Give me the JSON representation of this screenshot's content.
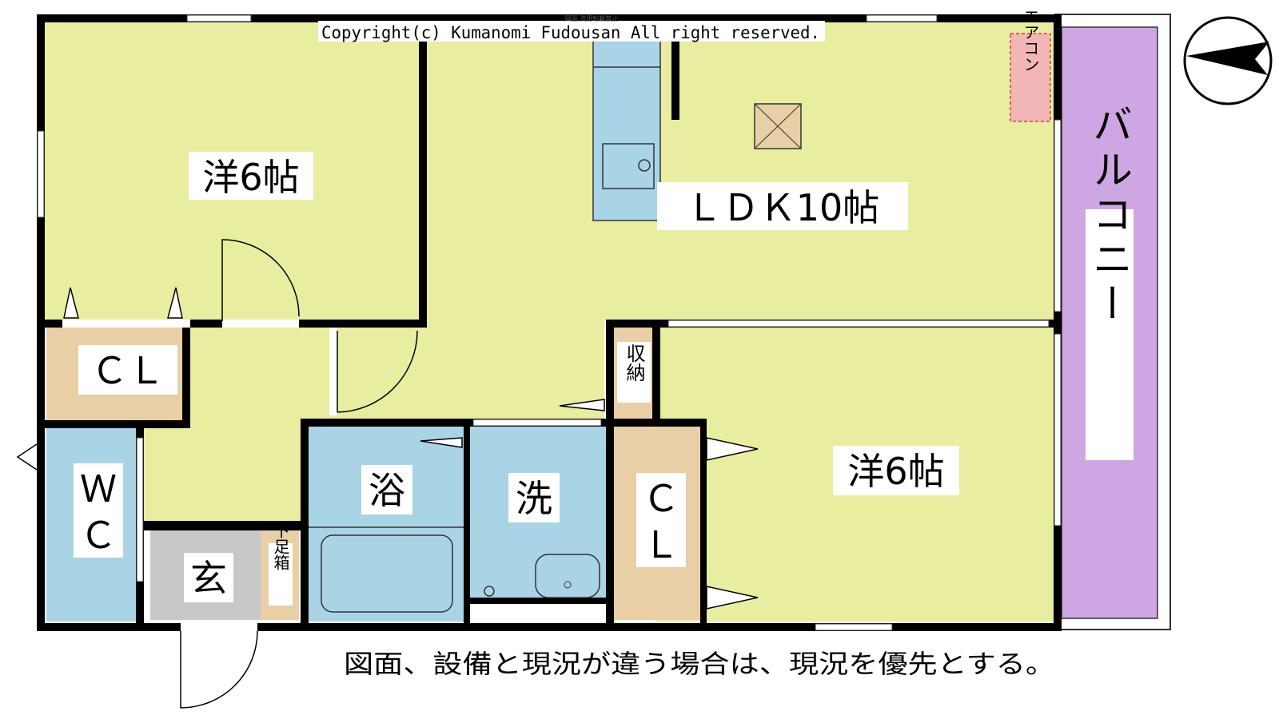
{
  "copyright": "Copyright(c) Kumanomi Fudousan All right reserved.",
  "watermark": "図面 流用転載禁止",
  "rooms": {
    "western_room_north": "洋6帖",
    "ldk": "ＬＤＫ10帖",
    "closet_west": "ＣＬ",
    "storage": "収納",
    "western_room_south": "洋6帖",
    "wc_line1": "Ｗ",
    "wc_line2": "Ｃ",
    "bath": "浴",
    "washroom": "洗",
    "closet_south_line1": "Ｃ",
    "closet_south_line2": "Ｌ",
    "entrance": "玄",
    "shoe_box": "下足箱",
    "balcony": "バルコニー",
    "aircon": "エアコン"
  },
  "notice": "図面、設備と現況が違う場合は、現況を優先とする。",
  "colors": {
    "living_floor": "#e8eda0",
    "wet_area": "#a9d4e6",
    "closet": "#e8cfa6",
    "entrance": "#c8c8c8",
    "balcony": "#cfa6e4",
    "aircon": "#f2b6b6",
    "wall": "#000000"
  },
  "compass": {
    "icon": "north-arrow-icon"
  }
}
